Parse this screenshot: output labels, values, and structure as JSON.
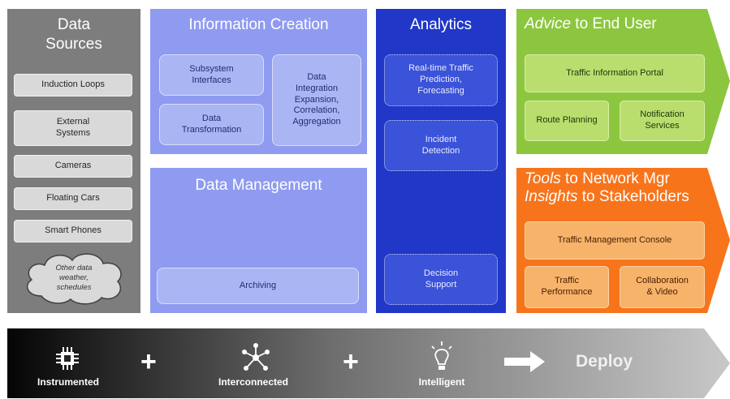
{
  "data_sources": {
    "title": "Data\nSources",
    "items": [
      {
        "label": "Induction Loops"
      },
      {
        "label": "External\nSystems"
      },
      {
        "label": "Cameras"
      },
      {
        "label": "Floating Cars"
      },
      {
        "label": "Smart Phones"
      }
    ],
    "cloud": "Other data\nweather,\nschedules"
  },
  "information_creation": {
    "title": "Information Creation",
    "subsystem": "Subsystem\nInterfaces",
    "transformation": "Data\nTransformation",
    "integration": "Data\nIntegration\nExpansion,\nCorrelation,\nAggregation"
  },
  "data_management": {
    "title": "Data Management",
    "archiving": "Archiving"
  },
  "analytics": {
    "title": "Analytics",
    "prediction": "Real-time Traffic\nPrediction,\nForecasting",
    "incident": "Incident\nDetection",
    "decision": "Decision\nSupport"
  },
  "advice": {
    "title_em": "Advice",
    "title_rest": " to End User",
    "portal": "Traffic Information Portal",
    "route": "Route Planning",
    "notify": "Notification\nServices"
  },
  "tools": {
    "title_line1_em": "Tools",
    "title_line1_rest": " to Network Mgr",
    "title_line2_em": "Insights",
    "title_line2_rest": " to Stakeholders",
    "console": "Traffic Management Console",
    "performance": "Traffic\nPerformance",
    "collab": "Collaboration\n& Video"
  },
  "bottom_bar": {
    "instrumented": "Instrumented",
    "interconnected": "Interconnected",
    "intelligent": "Intelligent",
    "deploy": "Deploy",
    "plus": "+"
  },
  "colors": {
    "data_sources": "#7d7d7d",
    "information": "#8f9bf0",
    "analytics": "#2037c7",
    "advice": "#8cc63f",
    "tools": "#f7741b"
  },
  "icons": {
    "instrumented": "chip-icon",
    "interconnected": "network-icon",
    "intelligent": "lightbulb-icon",
    "deploy": "arrow-right-icon"
  }
}
